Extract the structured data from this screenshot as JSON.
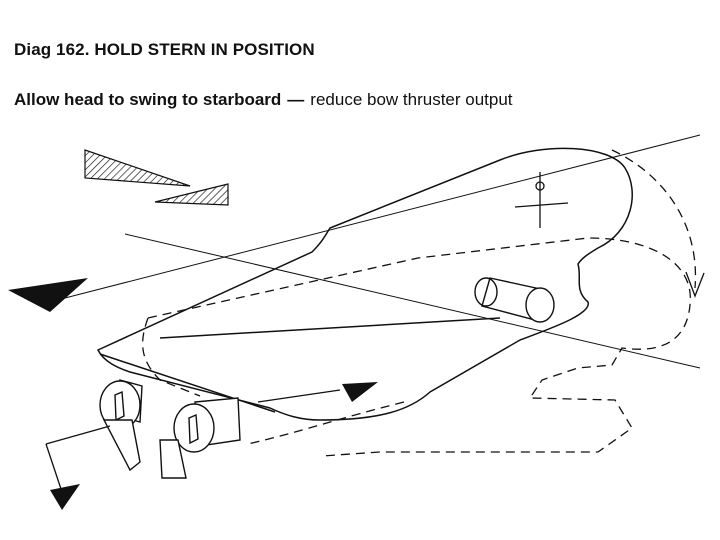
{
  "title": "Diag 162. HOLD STERN IN POSITION",
  "subtitle": {
    "instruction": "Allow head to swing to starboard",
    "separator": "—",
    "detail": "reduce bow thruster output"
  },
  "colors": {
    "ink": "#111111",
    "background": "#ffffff"
  },
  "icons": [
    "wind-arrow-icon",
    "thrust-arrow-icon",
    "pivot-point-icon"
  ]
}
